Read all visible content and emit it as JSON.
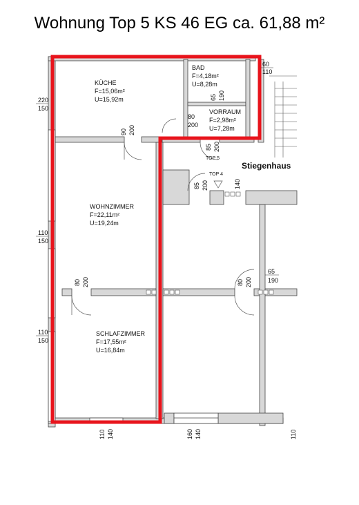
{
  "title": "Wohnung Top 5 KS 46 EG ca. 61,88 m²",
  "rooms": {
    "kueche": {
      "name": "KÜCHE",
      "area": "F=15,06m²",
      "perimeter": "U=15,92m"
    },
    "bad": {
      "name": "BAD",
      "area": "F=4,18m²",
      "perimeter": "U=8,28m"
    },
    "vorraum": {
      "name": "VORRAUM",
      "area": "F=2,98m²",
      "perimeter": "U=7,28m"
    },
    "wohnzimmer": {
      "name": "WOHNZIMMER",
      "area": "F=22,11m²",
      "perimeter": "U=19,24m"
    },
    "schlafzimmer": {
      "name": "SCHLAFZIMMER",
      "area": "F=17,55m²",
      "perimeter": "U=16,84m"
    }
  },
  "labels": {
    "stiegenhaus": "Stiegenhaus",
    "top5": "TOP 5",
    "top4": "TOP 4"
  },
  "dimensions": {
    "window_k_top": "220",
    "window_k_bot": "150",
    "window_w_top": "110",
    "window_w_bot": "150",
    "window_s_top": "110",
    "window_s_bot": "150",
    "bad_win_top": "60",
    "bad_win_bot": "110",
    "door_kueche_w": "90",
    "door_kueche_h": "200",
    "door_bad_w": "65",
    "door_bad_h": "190",
    "door_vorraum_w": "80",
    "door_vorraum_h": "200",
    "door_entry_w": "85",
    "door_entry_h": "200",
    "door_top4_w": "85",
    "door_top4_h": "200",
    "door_top4_r": "140",
    "door_schlaf_w": "80",
    "door_schlaf_h": "200",
    "door_right_w": "80",
    "door_right_h": "200",
    "right_top": "65",
    "right_bot": "190",
    "bottom_a_w": "110",
    "bottom_a_h": "140",
    "bottom_b_w": "160",
    "bottom_b_h": "140",
    "bottom_c": "110"
  },
  "colors": {
    "outline": "#e8141c",
    "wall": "#d8d8d8",
    "wall_stroke": "#444444"
  }
}
